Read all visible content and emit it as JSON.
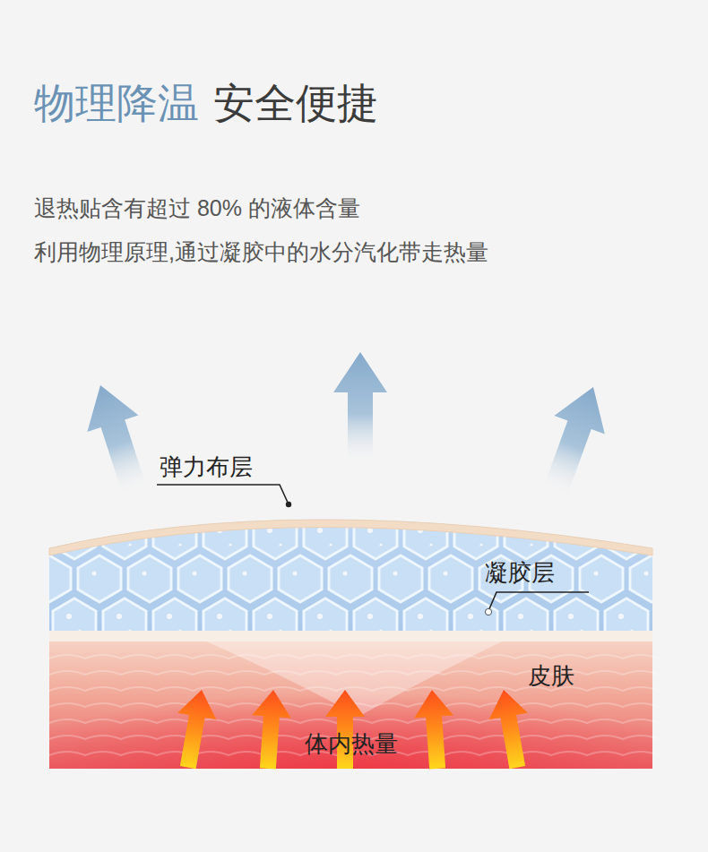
{
  "diagram": {
    "title": "物理降温",
    "nodes": [
      {
        "text": [
          "凝胶层"
        ]
      },
      {
        "text": [
          "皮肤",
          "体内热量"
        ]
      }
    ],
    "labels": [
      "安全便捷",
      "退热贴含有超过 80% 的液体含量",
      "利用物理原理,通过凝胶中的水分汽化带走热量",
      "弹力布层"
    ]
  }
}
